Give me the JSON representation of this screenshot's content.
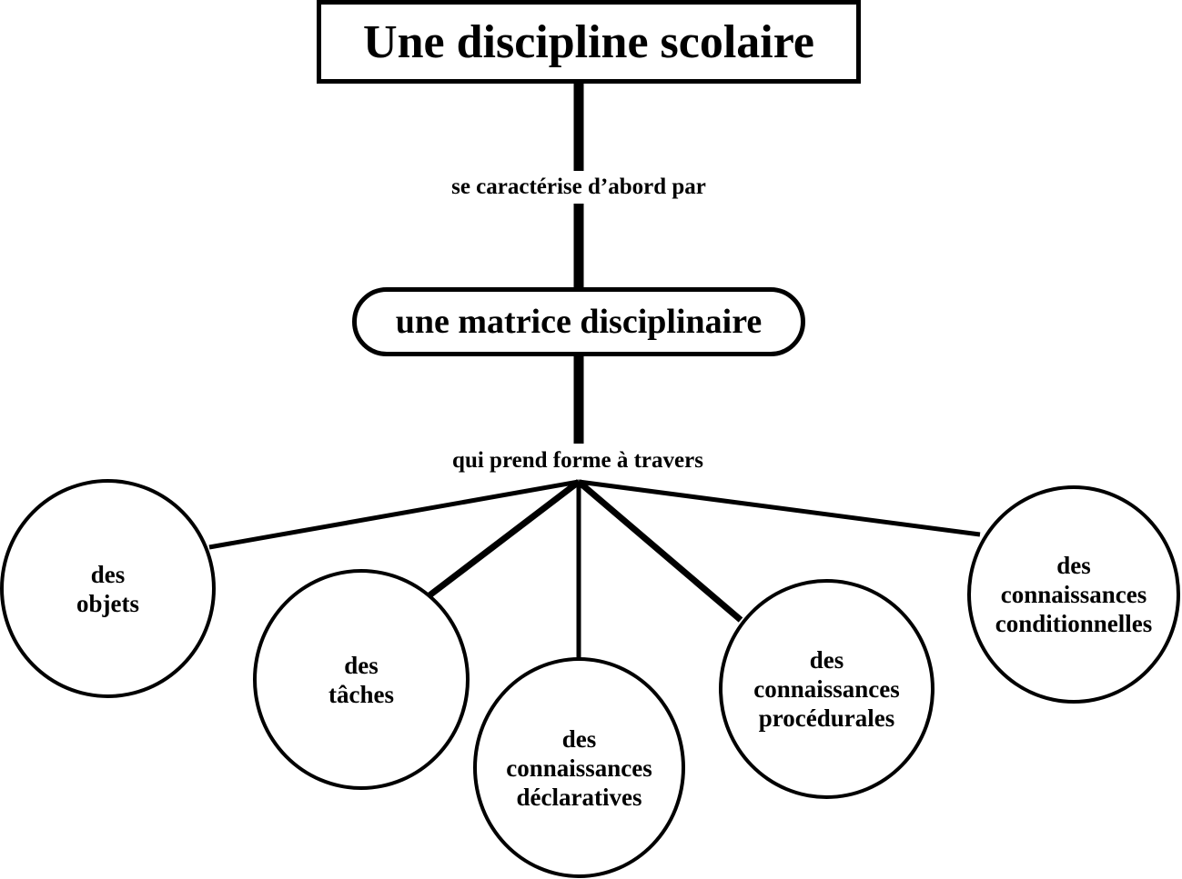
{
  "diagram": {
    "root": "Une discipline scolaire",
    "link1": "se caractérise d’abord par",
    "middle": "une matrice disciplinaire",
    "link2": "qui prend forme à travers",
    "children": [
      {
        "line1": "des",
        "line2": "objets",
        "line3": ""
      },
      {
        "line1": "des",
        "line2": "tâches",
        "line3": ""
      },
      {
        "line1": "des",
        "line2": "connaissances",
        "line3": "déclaratives"
      },
      {
        "line1": "des",
        "line2": "connaissances",
        "line3": "procédurales"
      },
      {
        "line1": "des",
        "line2": "connaissances",
        "line3": "conditionnelles"
      }
    ]
  }
}
